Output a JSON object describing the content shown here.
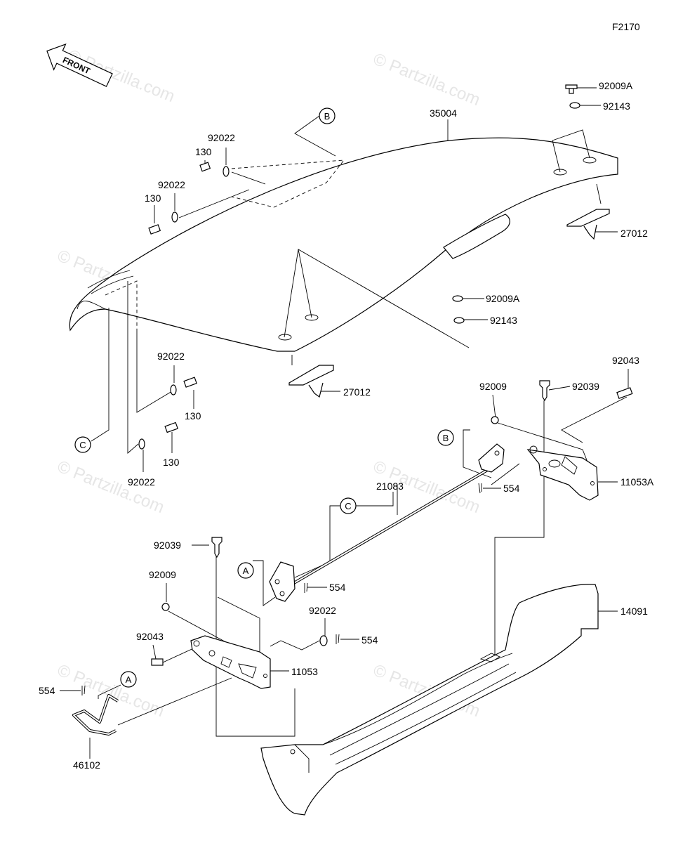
{
  "figure_code": "F2170",
  "front_label": "FRONT",
  "watermark": "© Partzilla.com",
  "callout_letters": {
    "a": "A",
    "b": "B",
    "c": "C"
  },
  "part_numbers": {
    "p35004": "35004",
    "p92009a_top": "92009A",
    "p92143_top": "92143",
    "p27012_right": "27012",
    "p92009a_mid": "92009A",
    "p92143_mid": "92143",
    "p92022_a": "92022",
    "p130_a": "130",
    "p92022_b": "92022",
    "p130_b": "130",
    "p92022_c": "92022",
    "p130_c": "130",
    "p130_d": "130",
    "p92022_d": "92022",
    "p27012_mid": "27012",
    "p92043_right": "92043",
    "p92009_right": "92009",
    "p92039_right": "92039",
    "p11053a": "11053A",
    "p554_a": "554",
    "p21083": "21083",
    "p92039_left": "92039",
    "p554_b": "554",
    "p92009_left": "92009",
    "p92022_e": "92022",
    "p554_c": "554",
    "p92043_left": "92043",
    "p11053": "11053",
    "p554_d": "554",
    "p46102": "46102",
    "p14091": "14091"
  }
}
